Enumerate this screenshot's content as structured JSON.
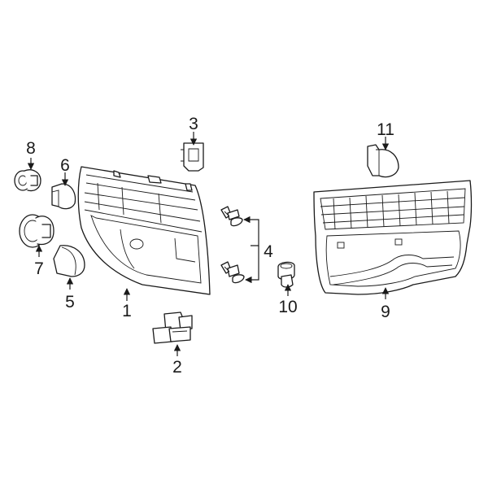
{
  "diagram": {
    "callouts": [
      {
        "part": "tail-lamp-assembly",
        "label": "1"
      },
      {
        "part": "wiring-connector",
        "label": "2"
      },
      {
        "part": "mounting-bracket",
        "label": "3"
      },
      {
        "part": "retaining-bolts",
        "label": "4"
      },
      {
        "part": "bulb",
        "label": "5"
      },
      {
        "part": "bulb",
        "label": "6"
      },
      {
        "part": "bulb-socket",
        "label": "7"
      },
      {
        "part": "bulb-socket",
        "label": "8"
      },
      {
        "part": "backup-lamp-assembly",
        "label": "9"
      },
      {
        "part": "nut",
        "label": "10"
      },
      {
        "part": "bulb",
        "label": "11"
      }
    ]
  }
}
